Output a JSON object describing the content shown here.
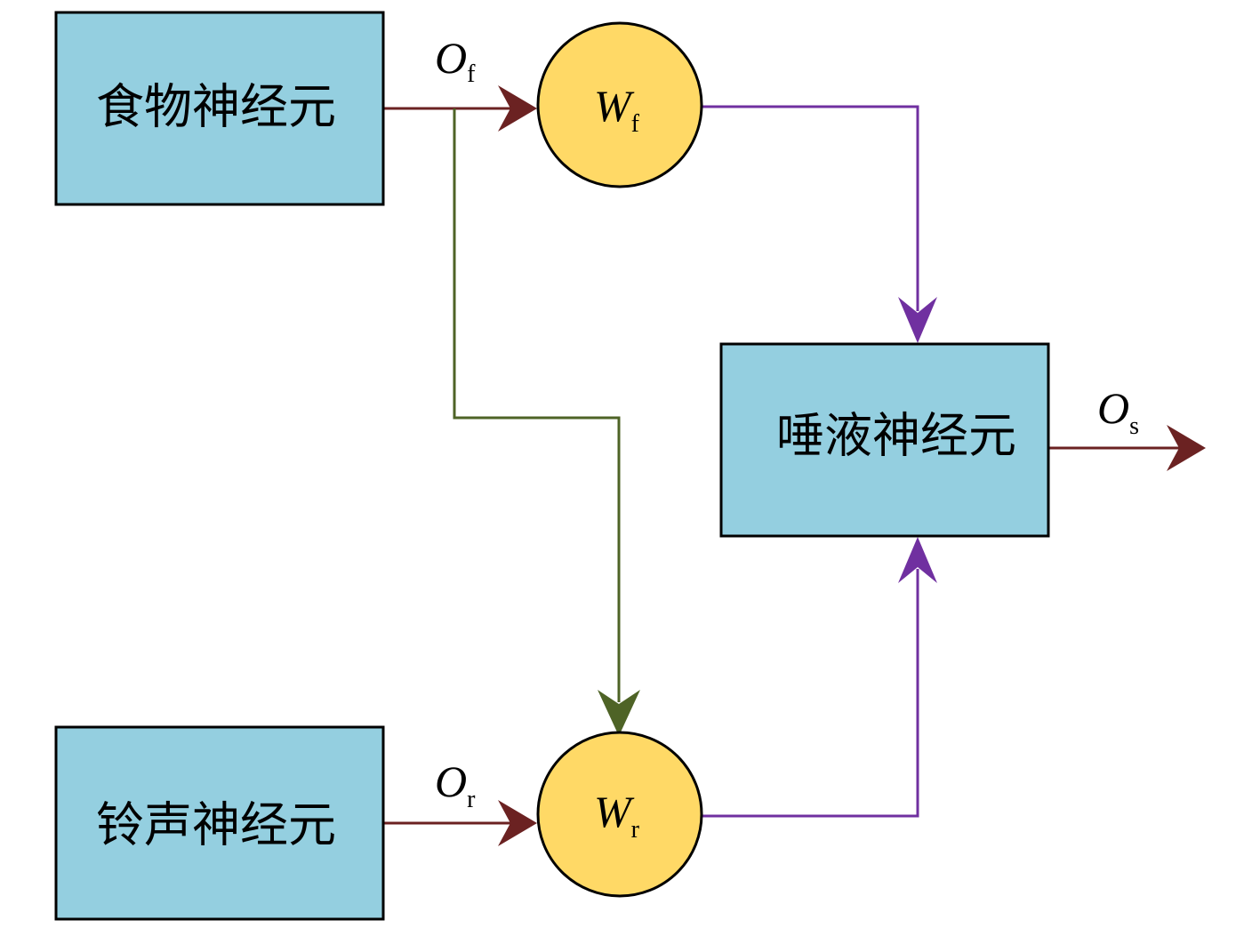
{
  "nodes": {
    "food_neuron": {
      "label": "食物神经元"
    },
    "bell_neuron": {
      "label": "铃声神经元"
    },
    "saliva_neuron": {
      "label": "唾液神经元"
    }
  },
  "weights": {
    "wf": {
      "symbol": "W",
      "subscript": "f"
    },
    "wr": {
      "symbol": "W",
      "subscript": "r"
    }
  },
  "signals": {
    "of": {
      "symbol": "O",
      "subscript": "f"
    },
    "or": {
      "symbol": "O",
      "subscript": "r"
    },
    "os": {
      "symbol": "O",
      "subscript": "s"
    }
  },
  "colors": {
    "box_fill": "#94cfe0",
    "circle_fill": "#ffd966",
    "input_arrow": "#6b2222",
    "green_arrow": "#4e6326",
    "purple_arrow": "#7030a0",
    "outline": "#000000"
  }
}
